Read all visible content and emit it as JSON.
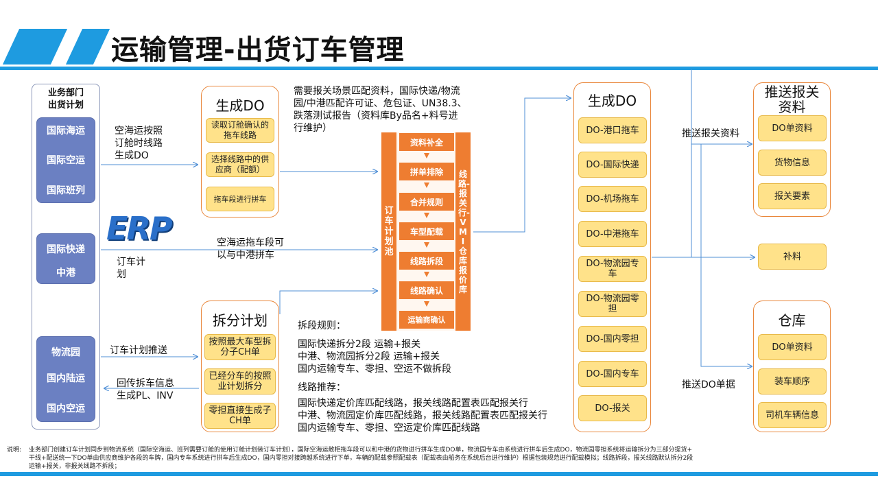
{
  "title": "运输管理-出货订车管理",
  "left_panel": {
    "title_line1": "业务部门",
    "title_line2": "出货计划",
    "group1": [
      "国际海运",
      "国际空运",
      "国际班列"
    ],
    "group2": [
      "国际快递",
      "中港"
    ],
    "group3": [
      "物流园",
      "国内陆运",
      "国内空运"
    ]
  },
  "erp_label": "ERP",
  "labels": {
    "air_sea_line1": "空海运按照",
    "air_sea_line2": "订舱时线路",
    "air_sea_line3": "生成DO",
    "book_plan_line1": "订车计",
    "book_plan_line2": "划",
    "push_plan": "订车计划推送",
    "feedback_line1": "回传拆车信息",
    "feedback_line2": "生成PL、INV",
    "trailer_line1": "空海运拖车段可",
    "trailer_line2": "以与中港拼车",
    "push_customs": "推送报关资料",
    "push_do": "推送DO单据"
  },
  "generate_do_left": {
    "title": "生成DO",
    "items": [
      "读取订舱确认的拖车线路",
      "选择线路中的供应商（配额）",
      "拖车段进行拼车"
    ]
  },
  "split_plan": {
    "title": "拆分计划",
    "items": [
      "按照最大车型拆分子CH单",
      "已经分车的按照业计划拆分",
      "零担直接生成子CH单"
    ]
  },
  "customs_note": [
    "需要报关场景匹配资料，国际快递/物流",
    "园/中港匹配许可证、危包证、UN38.3、",
    "跌落测试报告（资料库By品名+料号进",
    "行维护）"
  ],
  "pool": {
    "left_bar": "订车计划池",
    "right_bar": "线路-报关行-VMI仓库报价库",
    "steps": [
      "资料补全",
      "拼单排除",
      "合并规则",
      "车型配载",
      "线路拆段",
      "线路确认",
      "运输商确认"
    ]
  },
  "split_rules": {
    "heading": "拆段规则：",
    "lines": [
      "国际快递拆分2段 运输+报关",
      "中港、物流园拆分2段 运输+报关",
      "国内运输专车、零担、空运不做拆段"
    ]
  },
  "route_rec": {
    "heading": "线路推荐：",
    "lines": [
      "国际快递定价库匹配线路，报关线路配置表匹配报关行",
      "中港、物流园定价库匹配线路，报关线路配置表匹配报关行",
      "国内运输专车、零担、空运定价库匹配线路"
    ]
  },
  "generate_do_right": {
    "title": "生成DO",
    "items": [
      "DO-港口拖车",
      "DO-国际快递",
      "DO-机场拖车",
      "DO-中港拖车",
      "DO-物流园专车",
      "DO-物流园零担",
      "DO-国内零担",
      "DO-国内专车",
      "DO-报关"
    ]
  },
  "push_customs_panel": {
    "title_line1": "推送报关",
    "title_line2": "资料",
    "items": [
      "DO单资料",
      "货物信息",
      "报关要素"
    ]
  },
  "supplement": "补料",
  "warehouse": {
    "title": "仓库",
    "items": [
      "DO单资料",
      "装车顺序",
      "司机车辆信息"
    ]
  },
  "footnote": {
    "label": "说明:",
    "line1": "业务部门创建订车计划同步到物流系统（国际空海运、班列需要订舱的使用订舱计划装订车计划），国际空海运散柜拖车段可以和中港的货物进行拼车生成DO单，物流园专车由系统进行拼车后生成DO，物流园零担系统将运输拆分为三部分提货+",
    "line2": "干线+配送统一下DO单由供应商维护各段的车牌，国内专车系统进行拼车后生成DO，国内零担对接跨越系统进行下单，车辆的配载参照配载表（配载表由船务在系统后台进行维护）根据包装规范进行配载模拟；线路拆段，报关线路默认拆分2段",
    "line3": "运输+报关，非报关线路不拆段；"
  },
  "colors": {
    "accent_blue": "#1e9be0",
    "orange": "#ee7d31",
    "yellow": "#ffe28a",
    "group_blue": "#6b80c2"
  }
}
